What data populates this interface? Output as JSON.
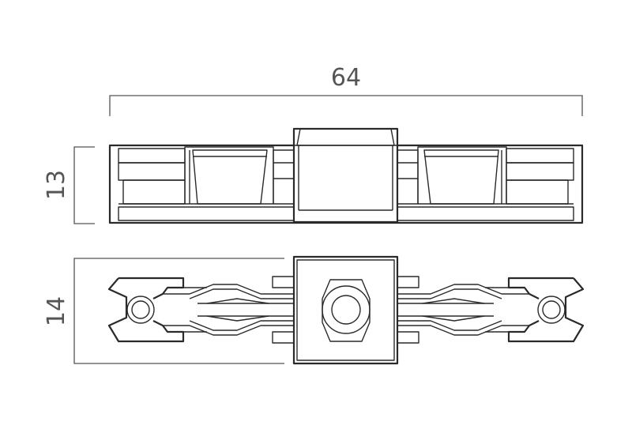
{
  "dimensions": {
    "length": "64",
    "height": "13",
    "width": "14"
  }
}
